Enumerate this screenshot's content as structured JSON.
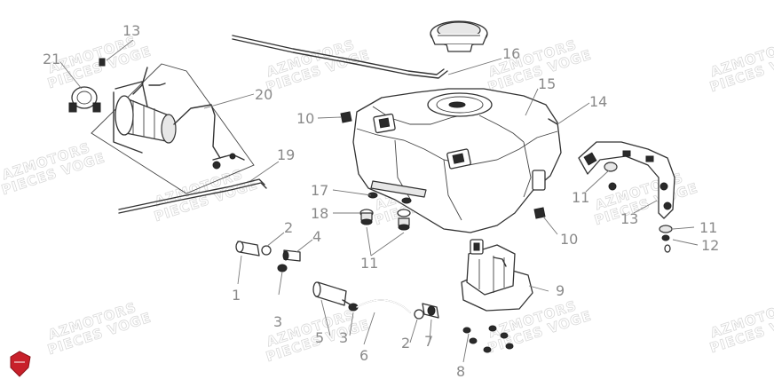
{
  "watermark": {
    "line1": "AZMOTORS",
    "line2": "PIECES VOGE"
  },
  "labels": [
    "13",
    "21",
    "20",
    "16",
    "15",
    "14",
    "10",
    "19",
    "17",
    "18",
    "11",
    "11",
    "2",
    "4",
    "1",
    "3",
    "9",
    "10",
    "11",
    "13",
    "11",
    "12",
    "5",
    "3",
    "6",
    "2",
    "7",
    "8"
  ],
  "colors": {
    "logo_red": "#c8202a",
    "line": "#333333",
    "label": "#8a8a8a",
    "watermark": "#d9d9d9"
  }
}
